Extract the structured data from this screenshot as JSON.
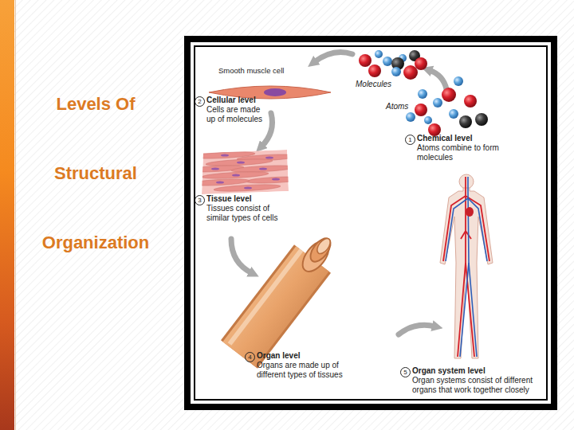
{
  "diagram": {
    "title": "Levels Of Structural Organization",
    "labels": [
      "Smooth muscle cell",
      "Molecules",
      "2",
      "Cellular level",
      "Cells are made up of molecules",
      "Atoms",
      "1",
      "Chemical level",
      "Atoms combine to form molecules",
      "3",
      "Tissue level",
      "Tissues consist of similar types of cells",
      "4",
      "Organ level",
      "Organs are made up of different types of tissues",
      "5",
      "Organ system level",
      "Organ systems consist of different organs that work together closely"
    ]
  }
}
